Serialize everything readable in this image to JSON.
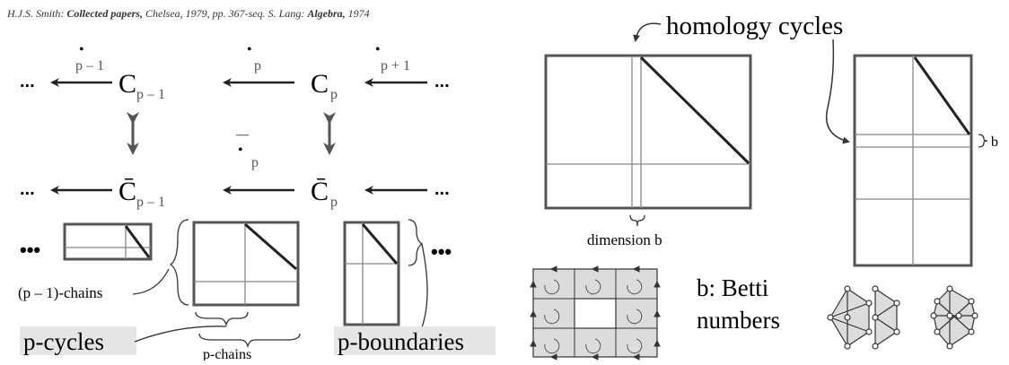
{
  "citation": {
    "author1": "H.J.S. Smith:",
    "work1": "Collected papers,",
    "detail1": "Chelsea, 1979, pp. 367-seq.",
    "author2": "S. Lang:",
    "work2": "Algebra,",
    "detail2": "1974"
  },
  "diagram": {
    "ellipsis": "...",
    "dots": "•••",
    "dot": "•",
    "bar": "—",
    "C": "C",
    "C_bar": "C̄",
    "sub_p_minus_1": "p – 1",
    "sub_p": "p",
    "sub_p_plus_1": "p + 1",
    "label_p_minus_1_chains": "(p – 1)-chains",
    "label_p_chains": "p-chains",
    "label_p_cycles": "p-cycles",
    "label_p_boundaries": "p-boundaries",
    "label_homology_cycles": "homology cycles",
    "label_dimension_b": "dimension  b",
    "label_b": "b",
    "label_betti_1": "b:  Betti",
    "label_betti_2": "numbers"
  },
  "colors": {
    "line": "#555555",
    "thin": "#888888",
    "highlight": "#e6e6e6",
    "grid_fill": "#dcdcdc"
  }
}
